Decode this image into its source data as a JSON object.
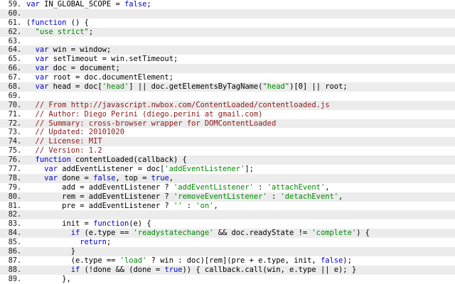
{
  "editor": {
    "name": "code-viewer",
    "language": "javascript",
    "first_line_number": 59,
    "last_line_number": 89,
    "colors": {
      "background": "#ffffff",
      "stripe_background": "#ececec",
      "line_number": "#1a1a1a",
      "plain_text": "#000000",
      "keyword": "#0000cd",
      "string": "#008a00",
      "comment": "#8b1a1a"
    },
    "gutter_suffix": "."
  },
  "lines": [
    {
      "number": "59",
      "tokens": [
        {
          "t": "key",
          "v": "var"
        },
        {
          "t": "plain",
          "v": " IN_GLOBAL_SCOPE = "
        },
        {
          "t": "key",
          "v": "false"
        },
        {
          "t": "plain",
          "v": ";"
        }
      ]
    },
    {
      "number": "60",
      "tokens": []
    },
    {
      "number": "61",
      "tokens": [
        {
          "t": "plain",
          "v": "("
        },
        {
          "t": "key",
          "v": "function"
        },
        {
          "t": "plain",
          "v": " () {"
        }
      ]
    },
    {
      "number": "62",
      "tokens": [
        {
          "t": "plain",
          "v": "  "
        },
        {
          "t": "str",
          "v": "\"use strict\""
        },
        {
          "t": "plain",
          "v": ";"
        }
      ]
    },
    {
      "number": "63",
      "tokens": []
    },
    {
      "number": "64",
      "tokens": [
        {
          "t": "plain",
          "v": "  "
        },
        {
          "t": "key",
          "v": "var"
        },
        {
          "t": "plain",
          "v": " win = window;"
        }
      ]
    },
    {
      "number": "65",
      "tokens": [
        {
          "t": "plain",
          "v": "  "
        },
        {
          "t": "key",
          "v": "var"
        },
        {
          "t": "plain",
          "v": " setTimeout = win.setTimeout;"
        }
      ]
    },
    {
      "number": "66",
      "tokens": [
        {
          "t": "plain",
          "v": "  "
        },
        {
          "t": "key",
          "v": "var"
        },
        {
          "t": "plain",
          "v": " doc = document;"
        }
      ]
    },
    {
      "number": "67",
      "tokens": [
        {
          "t": "plain",
          "v": "  "
        },
        {
          "t": "key",
          "v": "var"
        },
        {
          "t": "plain",
          "v": " root = doc.documentElement;"
        }
      ]
    },
    {
      "number": "68",
      "tokens": [
        {
          "t": "plain",
          "v": "  "
        },
        {
          "t": "key",
          "v": "var"
        },
        {
          "t": "plain",
          "v": " head = doc["
        },
        {
          "t": "str",
          "v": "'head'"
        },
        {
          "t": "plain",
          "v": "] || doc.getElementsByTagName("
        },
        {
          "t": "str",
          "v": "\"head\""
        },
        {
          "t": "plain",
          "v": ")[0] || root;"
        }
      ]
    },
    {
      "number": "69",
      "tokens": []
    },
    {
      "number": "70",
      "tokens": [
        {
          "t": "plain",
          "v": "  "
        },
        {
          "t": "com",
          "v": "// From http://javascript.nwbox.com/ContentLoaded/contentloaded.js"
        }
      ]
    },
    {
      "number": "71",
      "tokens": [
        {
          "t": "plain",
          "v": "  "
        },
        {
          "t": "com",
          "v": "// Author: Diego Perini (diego.perini at gmail.com)"
        }
      ]
    },
    {
      "number": "72",
      "tokens": [
        {
          "t": "plain",
          "v": "  "
        },
        {
          "t": "com",
          "v": "// Summary: cross-browser wrapper for DOMContentLoaded"
        }
      ]
    },
    {
      "number": "73",
      "tokens": [
        {
          "t": "plain",
          "v": "  "
        },
        {
          "t": "com",
          "v": "// Updated: 20101020"
        }
      ]
    },
    {
      "number": "74",
      "tokens": [
        {
          "t": "plain",
          "v": "  "
        },
        {
          "t": "com",
          "v": "// License: MIT"
        }
      ]
    },
    {
      "number": "75",
      "tokens": [
        {
          "t": "plain",
          "v": "  "
        },
        {
          "t": "com",
          "v": "// Version: 1.2"
        }
      ]
    },
    {
      "number": "76",
      "tokens": [
        {
          "t": "plain",
          "v": "  "
        },
        {
          "t": "key",
          "v": "function"
        },
        {
          "t": "plain",
          "v": " contentLoaded(callback) {"
        }
      ]
    },
    {
      "number": "77",
      "tokens": [
        {
          "t": "plain",
          "v": "    "
        },
        {
          "t": "key",
          "v": "var"
        },
        {
          "t": "plain",
          "v": " addEventListener = doc["
        },
        {
          "t": "str",
          "v": "'addEventListener'"
        },
        {
          "t": "plain",
          "v": "];"
        }
      ]
    },
    {
      "number": "78",
      "tokens": [
        {
          "t": "plain",
          "v": "    "
        },
        {
          "t": "key",
          "v": "var"
        },
        {
          "t": "plain",
          "v": " done = "
        },
        {
          "t": "key",
          "v": "false"
        },
        {
          "t": "plain",
          "v": ", top = "
        },
        {
          "t": "key",
          "v": "true"
        },
        {
          "t": "plain",
          "v": ","
        }
      ]
    },
    {
      "number": "79",
      "tokens": [
        {
          "t": "plain",
          "v": "        add = addEventListener ? "
        },
        {
          "t": "str",
          "v": "'addEventListener'"
        },
        {
          "t": "plain",
          "v": " : "
        },
        {
          "t": "str",
          "v": "'attachEvent'"
        },
        {
          "t": "plain",
          "v": ","
        }
      ]
    },
    {
      "number": "80",
      "tokens": [
        {
          "t": "plain",
          "v": "        rem = addEventListener ? "
        },
        {
          "t": "str",
          "v": "'removeEventListener'"
        },
        {
          "t": "plain",
          "v": " : "
        },
        {
          "t": "str",
          "v": "'detachEvent'"
        },
        {
          "t": "plain",
          "v": ","
        }
      ]
    },
    {
      "number": "81",
      "tokens": [
        {
          "t": "plain",
          "v": "        pre = addEventListener ? "
        },
        {
          "t": "str",
          "v": "''"
        },
        {
          "t": "plain",
          "v": " : "
        },
        {
          "t": "str",
          "v": "'on'"
        },
        {
          "t": "plain",
          "v": ","
        }
      ]
    },
    {
      "number": "82",
      "tokens": []
    },
    {
      "number": "83",
      "tokens": [
        {
          "t": "plain",
          "v": "        init = "
        },
        {
          "t": "key",
          "v": "function"
        },
        {
          "t": "plain",
          "v": "(e) {"
        }
      ]
    },
    {
      "number": "84",
      "tokens": [
        {
          "t": "plain",
          "v": "          "
        },
        {
          "t": "key",
          "v": "if"
        },
        {
          "t": "plain",
          "v": " (e.type == "
        },
        {
          "t": "str",
          "v": "'readystatechange'"
        },
        {
          "t": "plain",
          "v": " && doc.readyState != "
        },
        {
          "t": "str",
          "v": "'complete'"
        },
        {
          "t": "plain",
          "v": ") {"
        }
      ]
    },
    {
      "number": "85",
      "tokens": [
        {
          "t": "plain",
          "v": "            "
        },
        {
          "t": "key",
          "v": "return"
        },
        {
          "t": "plain",
          "v": ";"
        }
      ]
    },
    {
      "number": "86",
      "tokens": [
        {
          "t": "plain",
          "v": "          }"
        }
      ]
    },
    {
      "number": "87",
      "tokens": [
        {
          "t": "plain",
          "v": "          (e.type == "
        },
        {
          "t": "str",
          "v": "'load'"
        },
        {
          "t": "plain",
          "v": " ? win : doc)[rem](pre + e.type, init, "
        },
        {
          "t": "key",
          "v": "false"
        },
        {
          "t": "plain",
          "v": ");"
        }
      ]
    },
    {
      "number": "88",
      "tokens": [
        {
          "t": "plain",
          "v": "          "
        },
        {
          "t": "key",
          "v": "if"
        },
        {
          "t": "plain",
          "v": " (!done && (done = "
        },
        {
          "t": "key",
          "v": "true"
        },
        {
          "t": "plain",
          "v": ")) { callback.call(win, e.type || e); }"
        }
      ]
    },
    {
      "number": "89",
      "tokens": [
        {
          "t": "plain",
          "v": "        },"
        }
      ]
    }
  ]
}
